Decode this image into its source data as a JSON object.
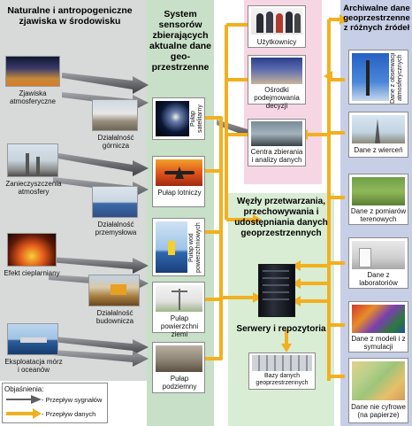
{
  "colors": {
    "left_panel": "#d7dad8",
    "center_panel": "#c9e0c8",
    "right_top_panel": "#f7d6e3",
    "right_panel": "#c7cfe6",
    "center_node_panel": "#d8edd4",
    "data_flow": "#f2b01e",
    "signal_flow": "#5f6064"
  },
  "left": {
    "title": "Naturalne i antropogeniczne zjawiska w środowisku",
    "items": [
      {
        "label": "Zjawiska atmosferyczne",
        "icon": "storm-sky-photo"
      },
      {
        "label": "Działalność górnicza",
        "icon": "mining-site-photo"
      },
      {
        "label": "Zanieczyszczenia atmosfery",
        "icon": "smokestack-photo"
      },
      {
        "label": "Działalność przemysłowa",
        "icon": "industrial-plant-photo"
      },
      {
        "label": "Efekt cieplarniany",
        "icon": "fire-photo"
      },
      {
        "label": "Działalność budownicza",
        "icon": "excavator-photo"
      },
      {
        "label": "Eksploatacja mórz i oceanów",
        "icon": "ocean-ship-photo"
      }
    ]
  },
  "center": {
    "title": "System sensorów zbierających aktualne dane geo-przestrzenne",
    "pools": [
      {
        "label": "Pułap satelitarny",
        "vertical": true
      },
      {
        "label": "Pułap lotniczy",
        "vertical": false
      },
      {
        "label": "Pułap wód powierzchniowych",
        "vertical": true
      },
      {
        "label": "Pułap powierzchni ziemi",
        "vertical": false
      },
      {
        "label": "Pułap podziemny",
        "vertical": false
      }
    ]
  },
  "users": {
    "items": [
      {
        "label": "Użytkownicy"
      },
      {
        "label": "Ośrodki podejmowania decyzji"
      },
      {
        "label": "Centra zbierania i analizy danych"
      }
    ]
  },
  "node": {
    "title": "Węzły przetwarzania, przechowywania i udostępniania danych geoprzestrzennych",
    "servers": "Serwery i repozytoria",
    "db_label": "Bazy danych geoprzestrzennych"
  },
  "right": {
    "title": "Archiwalne dane geoprzestrzenne z różnych źródeł",
    "items": [
      {
        "label": "Dane z obserwacji atmosferycznych",
        "vertical": true
      },
      {
        "label": "Dane z wierceń",
        "vertical": false
      },
      {
        "label": "Dane z pomiarów terenowych",
        "vertical": false
      },
      {
        "label": "Dane z laboratoriów",
        "vertical": false
      },
      {
        "label": "Dane z modeli i z symulacji",
        "vertical": false
      },
      {
        "label": "Dane nie cyfrowe (na papierze)",
        "vertical": false
      }
    ]
  },
  "legend": {
    "title": "Objaśnienia:",
    "signal": "- Przepływ sygnałów",
    "data": "- Przepływ danych"
  }
}
